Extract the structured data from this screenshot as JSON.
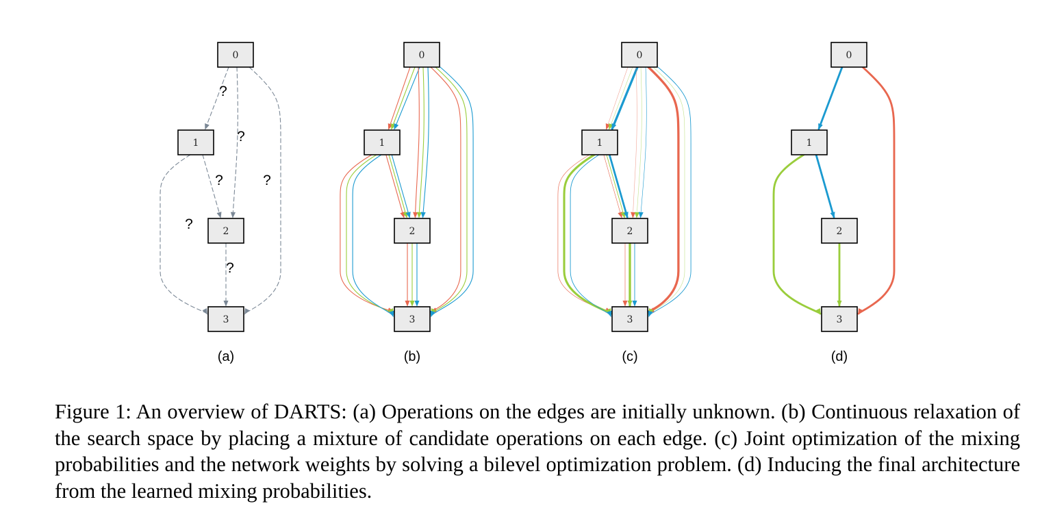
{
  "figure": {
    "colors": {
      "unknown": "#7b8896",
      "op_red": "#e8674f",
      "op_green": "#9acd3c",
      "op_blue": "#1b9ad0",
      "node_fill": "#ebebeb"
    },
    "question_mark": "?",
    "panels": [
      {
        "label": "(a)",
        "nodes": [
          "0",
          "1",
          "2",
          "3"
        ],
        "edges": [
          {
            "from": "0",
            "to": "1",
            "ops": [
              {
                "color": "unknown",
                "weight": 1,
                "dashed": true
              }
            ]
          },
          {
            "from": "0",
            "to": "2",
            "ops": [
              {
                "color": "unknown",
                "weight": 1,
                "dashed": true
              }
            ]
          },
          {
            "from": "0",
            "to": "3",
            "ops": [
              {
                "color": "unknown",
                "weight": 1,
                "dashed": true
              }
            ]
          },
          {
            "from": "1",
            "to": "2",
            "ops": [
              {
                "color": "unknown",
                "weight": 1,
                "dashed": true
              }
            ]
          },
          {
            "from": "1",
            "to": "3",
            "ops": [
              {
                "color": "unknown",
                "weight": 1,
                "dashed": true
              }
            ]
          },
          {
            "from": "2",
            "to": "3",
            "ops": [
              {
                "color": "unknown",
                "weight": 1,
                "dashed": true
              }
            ]
          }
        ]
      },
      {
        "label": "(b)",
        "nodes": [
          "0",
          "1",
          "2",
          "3"
        ],
        "edges": [
          {
            "from": "0",
            "to": "1",
            "ops": [
              {
                "color": "op_red",
                "weight": 1
              },
              {
                "color": "op_green",
                "weight": 1
              },
              {
                "color": "op_blue",
                "weight": 1
              }
            ]
          },
          {
            "from": "0",
            "to": "2",
            "ops": [
              {
                "color": "op_red",
                "weight": 1
              },
              {
                "color": "op_green",
                "weight": 1
              },
              {
                "color": "op_blue",
                "weight": 1
              }
            ]
          },
          {
            "from": "0",
            "to": "3",
            "ops": [
              {
                "color": "op_red",
                "weight": 1
              },
              {
                "color": "op_green",
                "weight": 1
              },
              {
                "color": "op_blue",
                "weight": 1
              }
            ]
          },
          {
            "from": "1",
            "to": "2",
            "ops": [
              {
                "color": "op_red",
                "weight": 1
              },
              {
                "color": "op_green",
                "weight": 1
              },
              {
                "color": "op_blue",
                "weight": 1
              }
            ]
          },
          {
            "from": "1",
            "to": "3",
            "ops": [
              {
                "color": "op_red",
                "weight": 1
              },
              {
                "color": "op_green",
                "weight": 1
              },
              {
                "color": "op_blue",
                "weight": 1
              }
            ]
          },
          {
            "from": "2",
            "to": "3",
            "ops": [
              {
                "color": "op_red",
                "weight": 1
              },
              {
                "color": "op_green",
                "weight": 1
              },
              {
                "color": "op_blue",
                "weight": 1
              }
            ]
          }
        ]
      },
      {
        "label": "(c)",
        "nodes": [
          "0",
          "1",
          "2",
          "3"
        ],
        "edges": [
          {
            "from": "0",
            "to": "1",
            "ops": [
              {
                "color": "op_red",
                "weight": 0.3
              },
              {
                "color": "op_green",
                "weight": 0.3
              },
              {
                "color": "op_blue",
                "weight": 3
              }
            ]
          },
          {
            "from": "0",
            "to": "2",
            "ops": [
              {
                "color": "op_red",
                "weight": 0.3
              },
              {
                "color": "op_green",
                "weight": 0.3
              },
              {
                "color": "op_blue",
                "weight": 0.5
              }
            ]
          },
          {
            "from": "0",
            "to": "3",
            "ops": [
              {
                "color": "op_red",
                "weight": 3
              },
              {
                "color": "op_green",
                "weight": 0.3
              },
              {
                "color": "op_blue",
                "weight": 0.8
              }
            ]
          },
          {
            "from": "1",
            "to": "2",
            "ops": [
              {
                "color": "op_red",
                "weight": 0.5
              },
              {
                "color": "op_green",
                "weight": 0.8
              },
              {
                "color": "op_blue",
                "weight": 2.5
              }
            ]
          },
          {
            "from": "1",
            "to": "3",
            "ops": [
              {
                "color": "op_red",
                "weight": 0.6
              },
              {
                "color": "op_green",
                "weight": 2.8
              },
              {
                "color": "op_blue",
                "weight": 0.8
              }
            ]
          },
          {
            "from": "2",
            "to": "3",
            "ops": [
              {
                "color": "op_red",
                "weight": 0.6
              },
              {
                "color": "op_green",
                "weight": 3
              },
              {
                "color": "op_blue",
                "weight": 0.8
              }
            ]
          }
        ]
      },
      {
        "label": "(d)",
        "nodes": [
          "0",
          "1",
          "2",
          "3"
        ],
        "edges": [
          {
            "from": "0",
            "to": "1",
            "ops": [
              {
                "color": "op_blue",
                "weight": 2.6
              }
            ]
          },
          {
            "from": "0",
            "to": "3",
            "ops": [
              {
                "color": "op_red",
                "weight": 2.6
              }
            ]
          },
          {
            "from": "1",
            "to": "2",
            "ops": [
              {
                "color": "op_blue",
                "weight": 2.6
              }
            ]
          },
          {
            "from": "1",
            "to": "3",
            "ops": [
              {
                "color": "op_green",
                "weight": 2.6
              }
            ]
          },
          {
            "from": "2",
            "to": "3",
            "ops": [
              {
                "color": "op_green",
                "weight": 2.6
              }
            ]
          }
        ]
      }
    ]
  },
  "caption": {
    "text": "Figure 1: An overview of DARTS: (a) Operations on the edges are initially unknown. (b) Continuous relaxation of the search space by placing a mixture of candidate operations on each edge. (c) Joint optimization of the mixing probabilities and the network weights by solving a bilevel optimization problem. (d) Inducing the final architecture from the learned mixing probabilities."
  }
}
